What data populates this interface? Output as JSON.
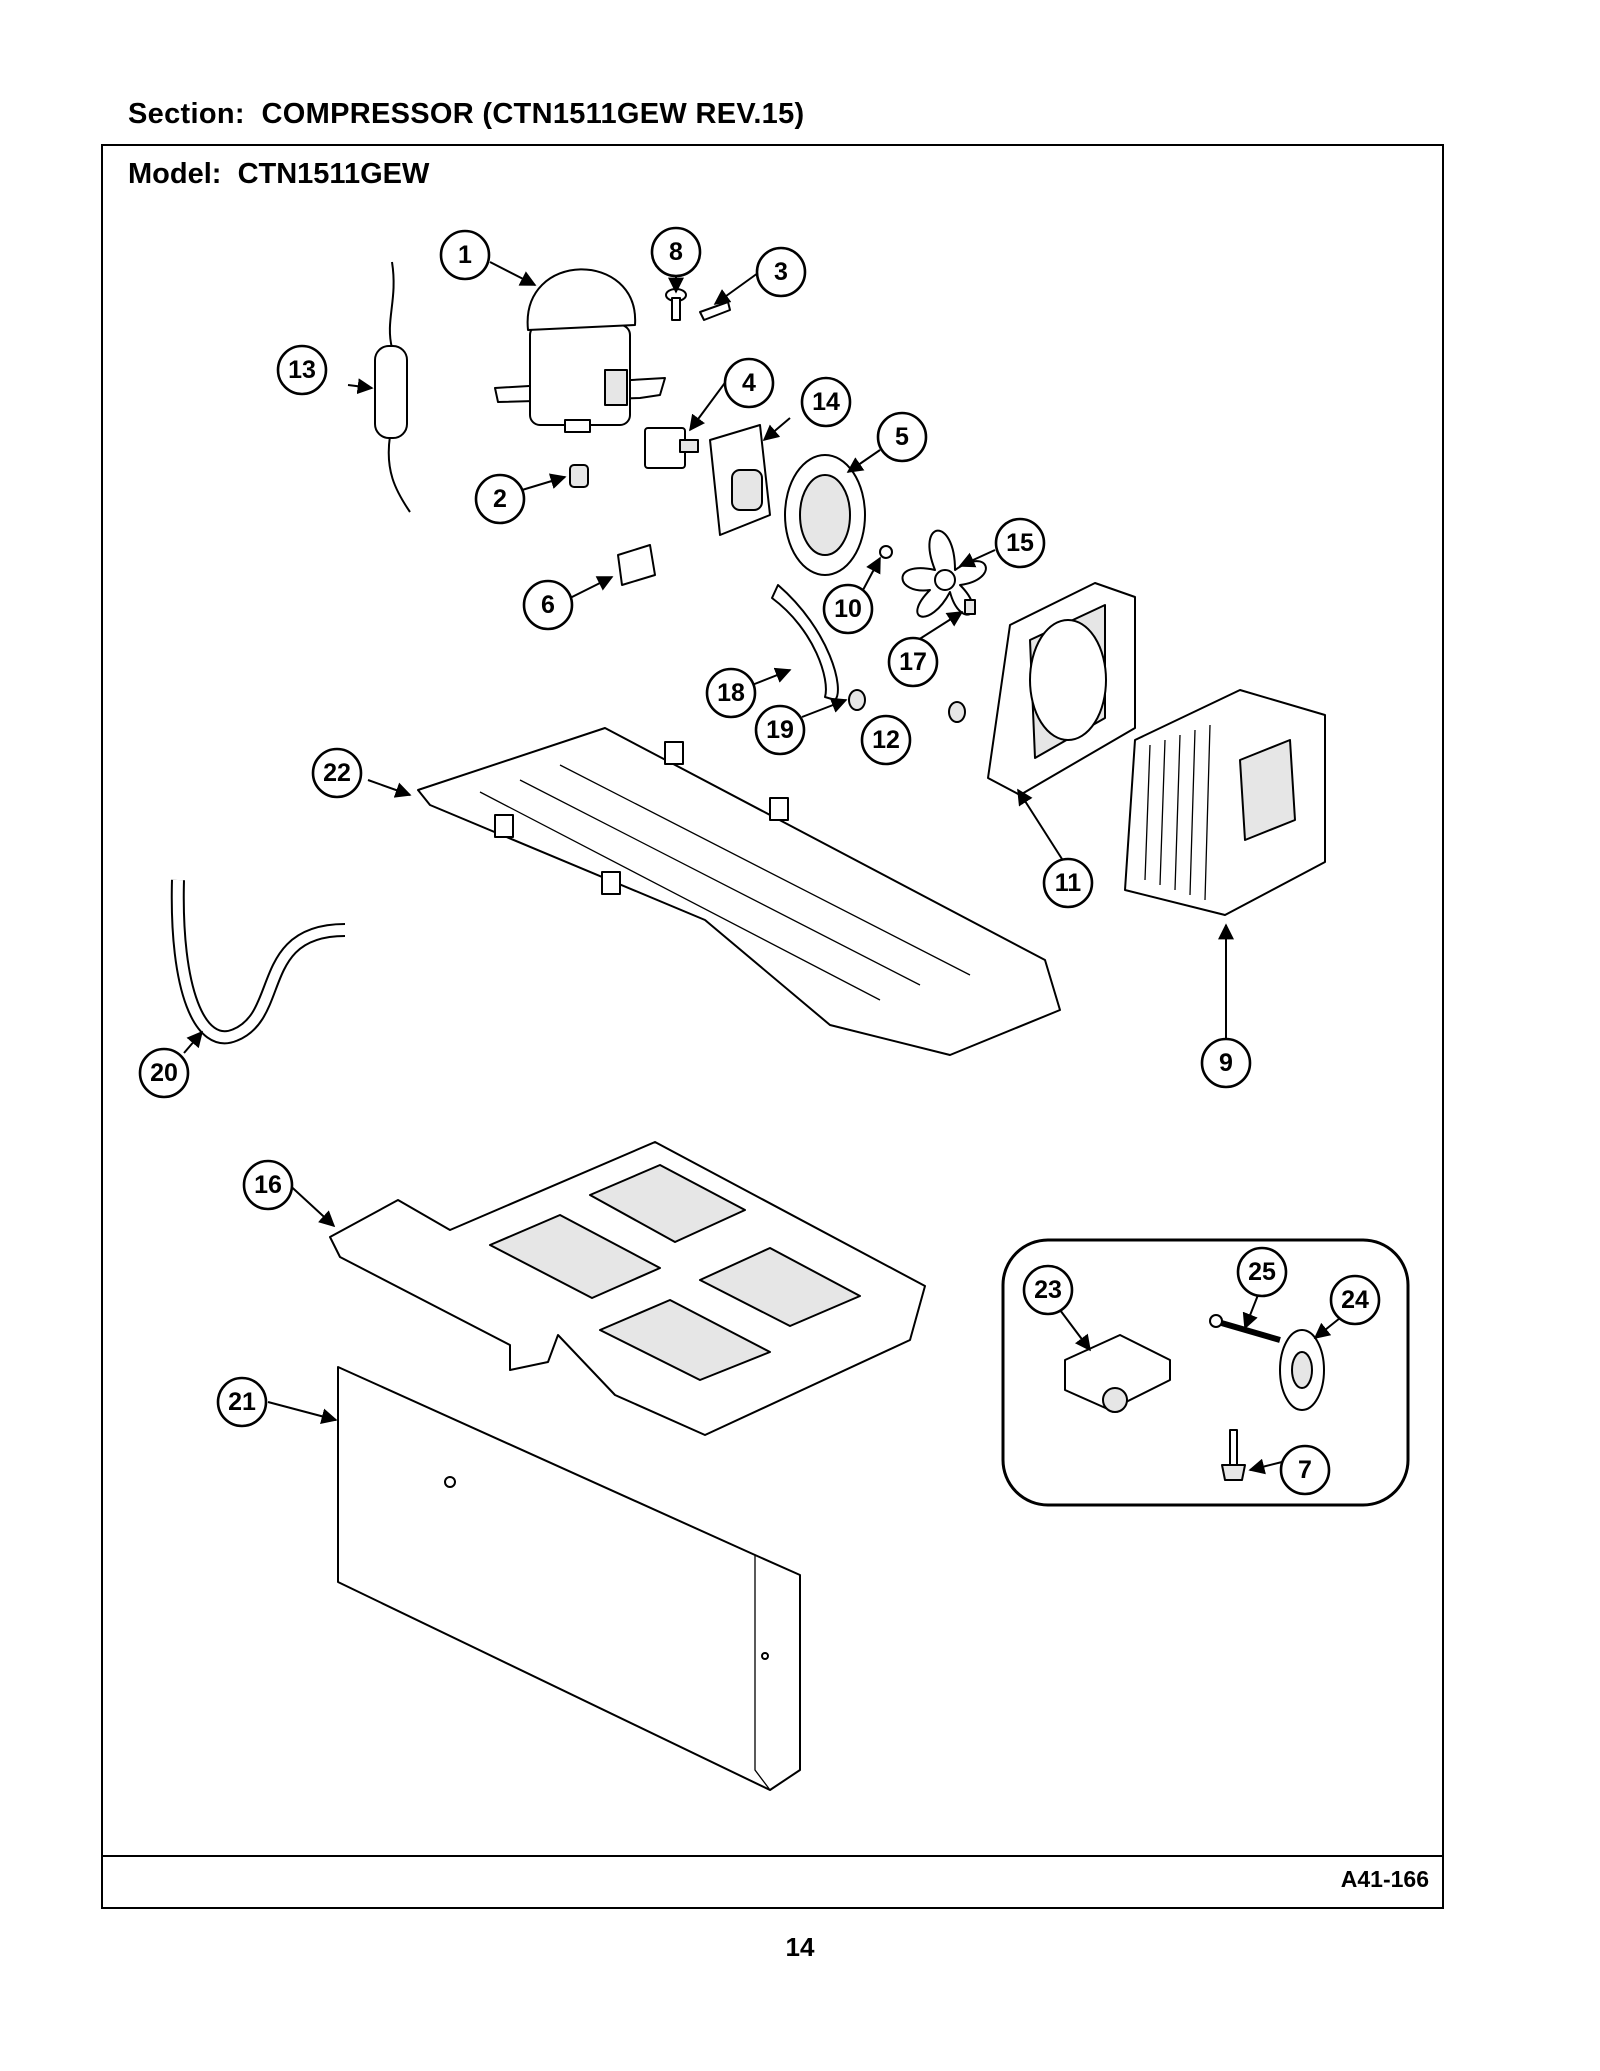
{
  "header": {
    "section_label": "Section:",
    "section_value": "COMPRESSOR (CTN1511GEW REV.15)",
    "model_label": "Model:",
    "model_value": "CTN1511GEW"
  },
  "footer": {
    "diagram_code": "A41-166",
    "page_number": "14"
  },
  "callouts": [
    "1",
    "2",
    "3",
    "4",
    "5",
    "6",
    "7",
    "8",
    "9",
    "10",
    "11",
    "12",
    "13",
    "14",
    "15",
    "16",
    "17",
    "18",
    "19",
    "20",
    "21",
    "22",
    "23",
    "24",
    "25"
  ]
}
